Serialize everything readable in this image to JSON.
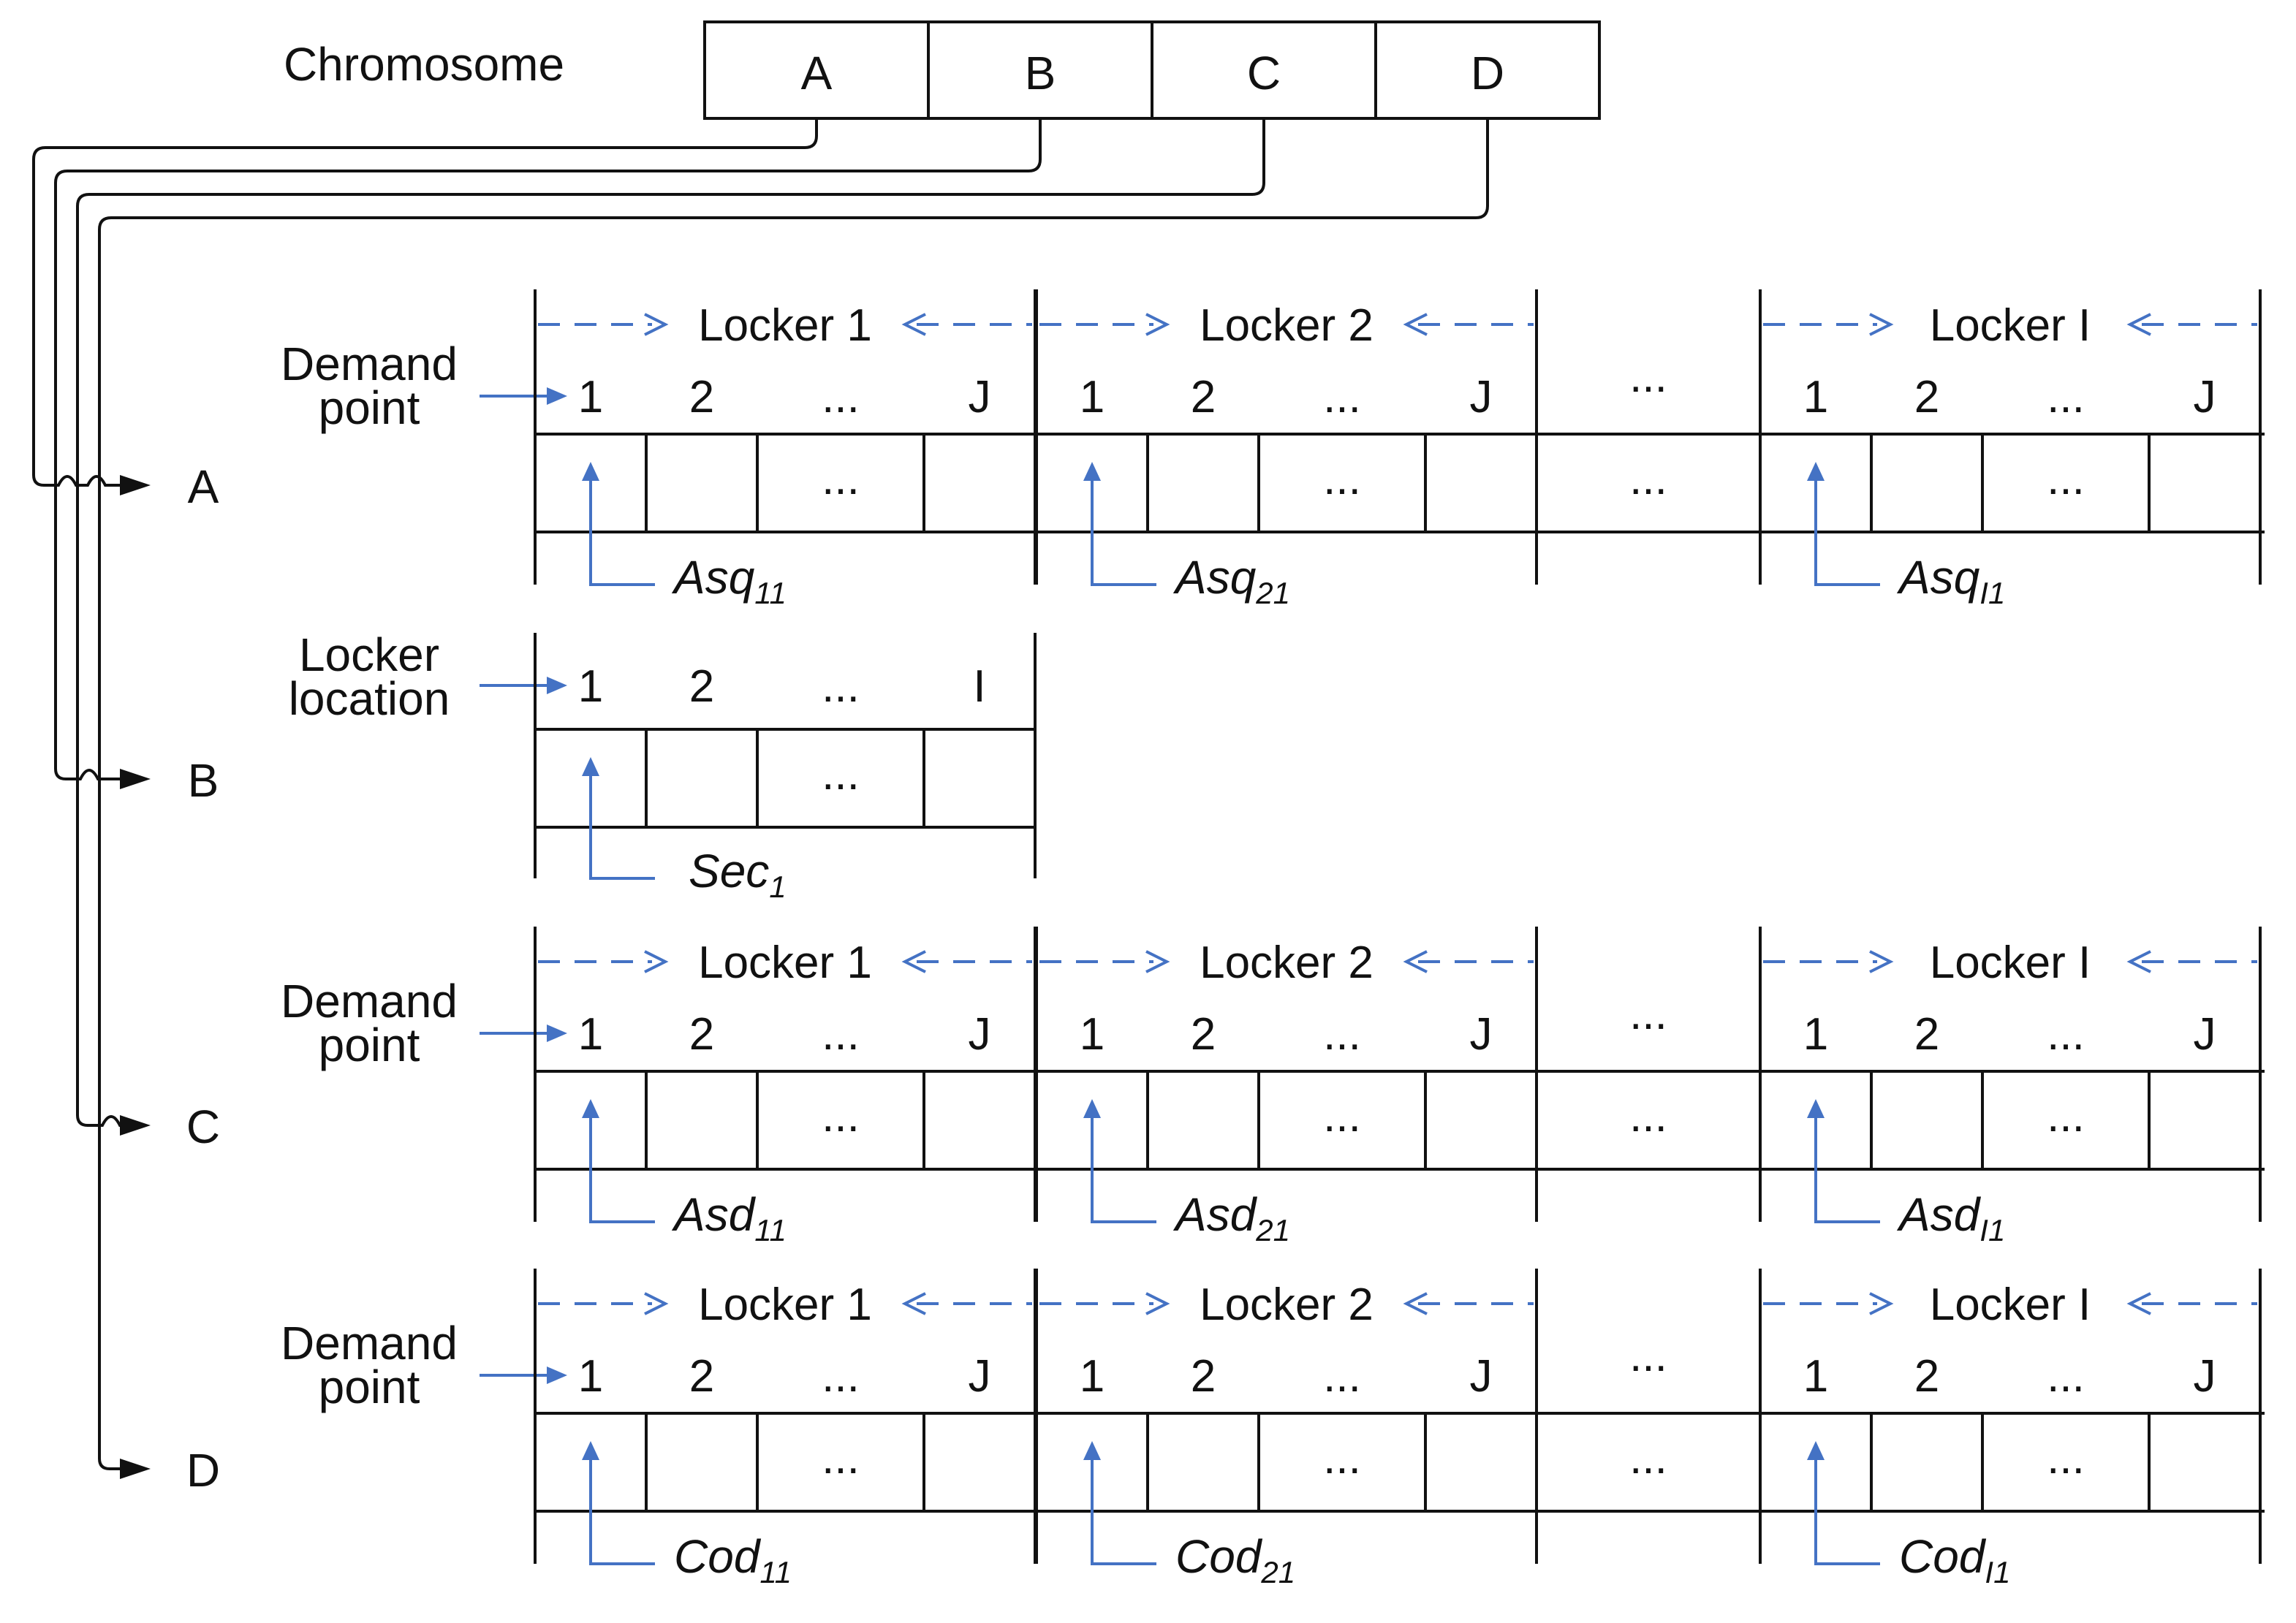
{
  "chromosome": {
    "label": "Chromosome",
    "genes": [
      "A",
      "B",
      "C",
      "D"
    ]
  },
  "ellipsis": "...",
  "rows": [
    {
      "id": "A",
      "kind": "groups",
      "label_lines": [
        "Demand",
        "point"
      ],
      "groups": [
        {
          "title": "Locker 1",
          "cells": [
            "1",
            "2",
            "...",
            "J"
          ],
          "var_base": "Asq",
          "var_sub": "11"
        },
        {
          "title": "Locker 2",
          "cells": [
            "1",
            "2",
            "...",
            "J"
          ],
          "var_base": "Asq",
          "var_sub": "21"
        },
        {
          "title": "Locker I",
          "cells": [
            "1",
            "2",
            "...",
            "J"
          ],
          "var_base": "Asq",
          "var_sub": "I1"
        }
      ]
    },
    {
      "id": "B",
      "kind": "single",
      "label_lines": [
        "Locker",
        "location"
      ],
      "cells": [
        "1",
        "2",
        "...",
        "I"
      ],
      "var_base": "Sec",
      "var_sub": "1"
    },
    {
      "id": "C",
      "kind": "groups",
      "label_lines": [
        "Demand",
        "point"
      ],
      "groups": [
        {
          "title": "Locker 1",
          "cells": [
            "1",
            "2",
            "...",
            "J"
          ],
          "var_base": "Asd",
          "var_sub": "11"
        },
        {
          "title": "Locker 2",
          "cells": [
            "1",
            "2",
            "...",
            "J"
          ],
          "var_base": "Asd",
          "var_sub": "21"
        },
        {
          "title": "Locker I",
          "cells": [
            "1",
            "2",
            "...",
            "J"
          ],
          "var_base": "Asd",
          "var_sub": "I1"
        }
      ]
    },
    {
      "id": "D",
      "kind": "groups",
      "label_lines": [
        "Demand",
        "point"
      ],
      "groups": [
        {
          "title": "Locker 1",
          "cells": [
            "1",
            "2",
            "...",
            "J"
          ],
          "var_base": "Cod",
          "var_sub": "11"
        },
        {
          "title": "Locker 2",
          "cells": [
            "1",
            "2",
            "...",
            "J"
          ],
          "var_base": "Cod",
          "var_sub": "21"
        },
        {
          "title": "Locker I",
          "cells": [
            "1",
            "2",
            "...",
            "J"
          ],
          "var_base": "Cod",
          "var_sub": "I1"
        }
      ]
    }
  ]
}
